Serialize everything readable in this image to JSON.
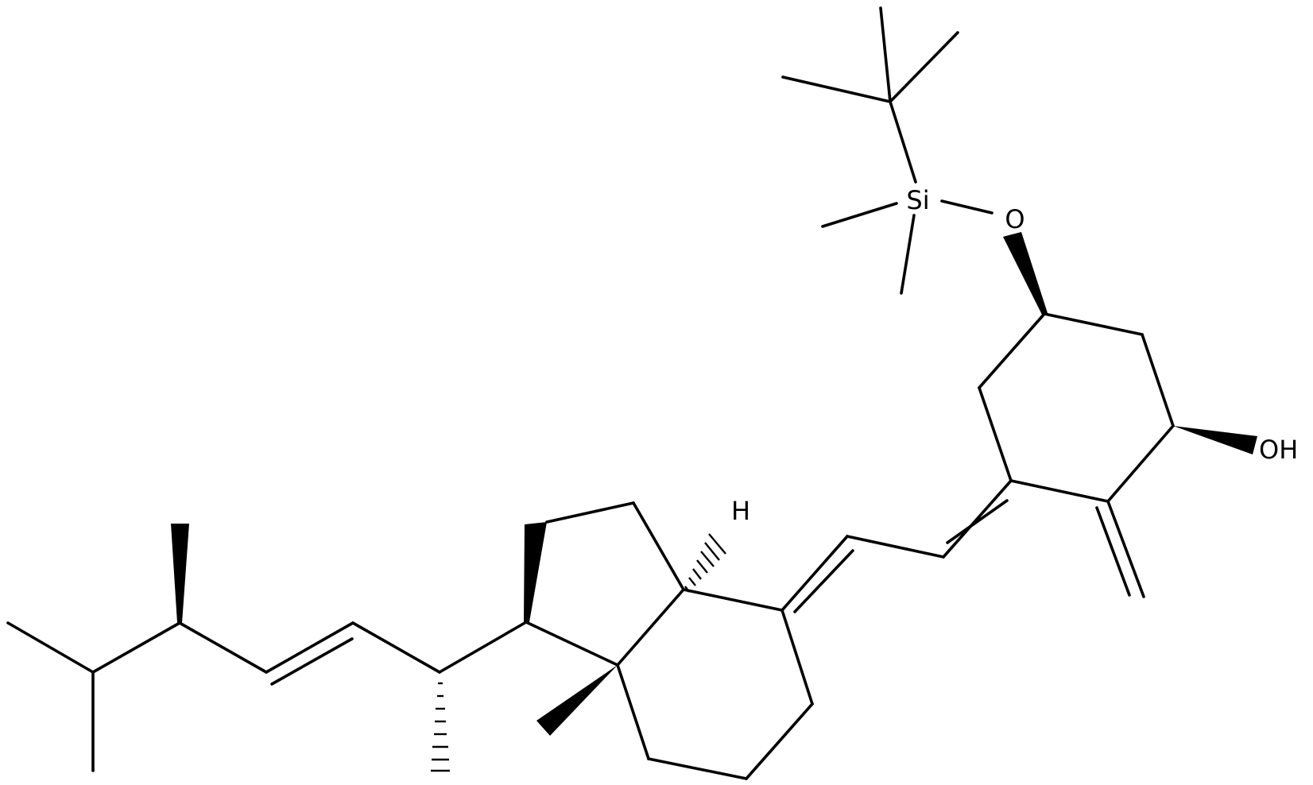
{
  "atom_labels": {
    "silicon": "Si",
    "oxygen": "O",
    "hydroxyl": "OH",
    "hydrogen": "H"
  },
  "colors": {
    "bond": "#000000",
    "label": "#000000",
    "background": "#ffffff"
  }
}
